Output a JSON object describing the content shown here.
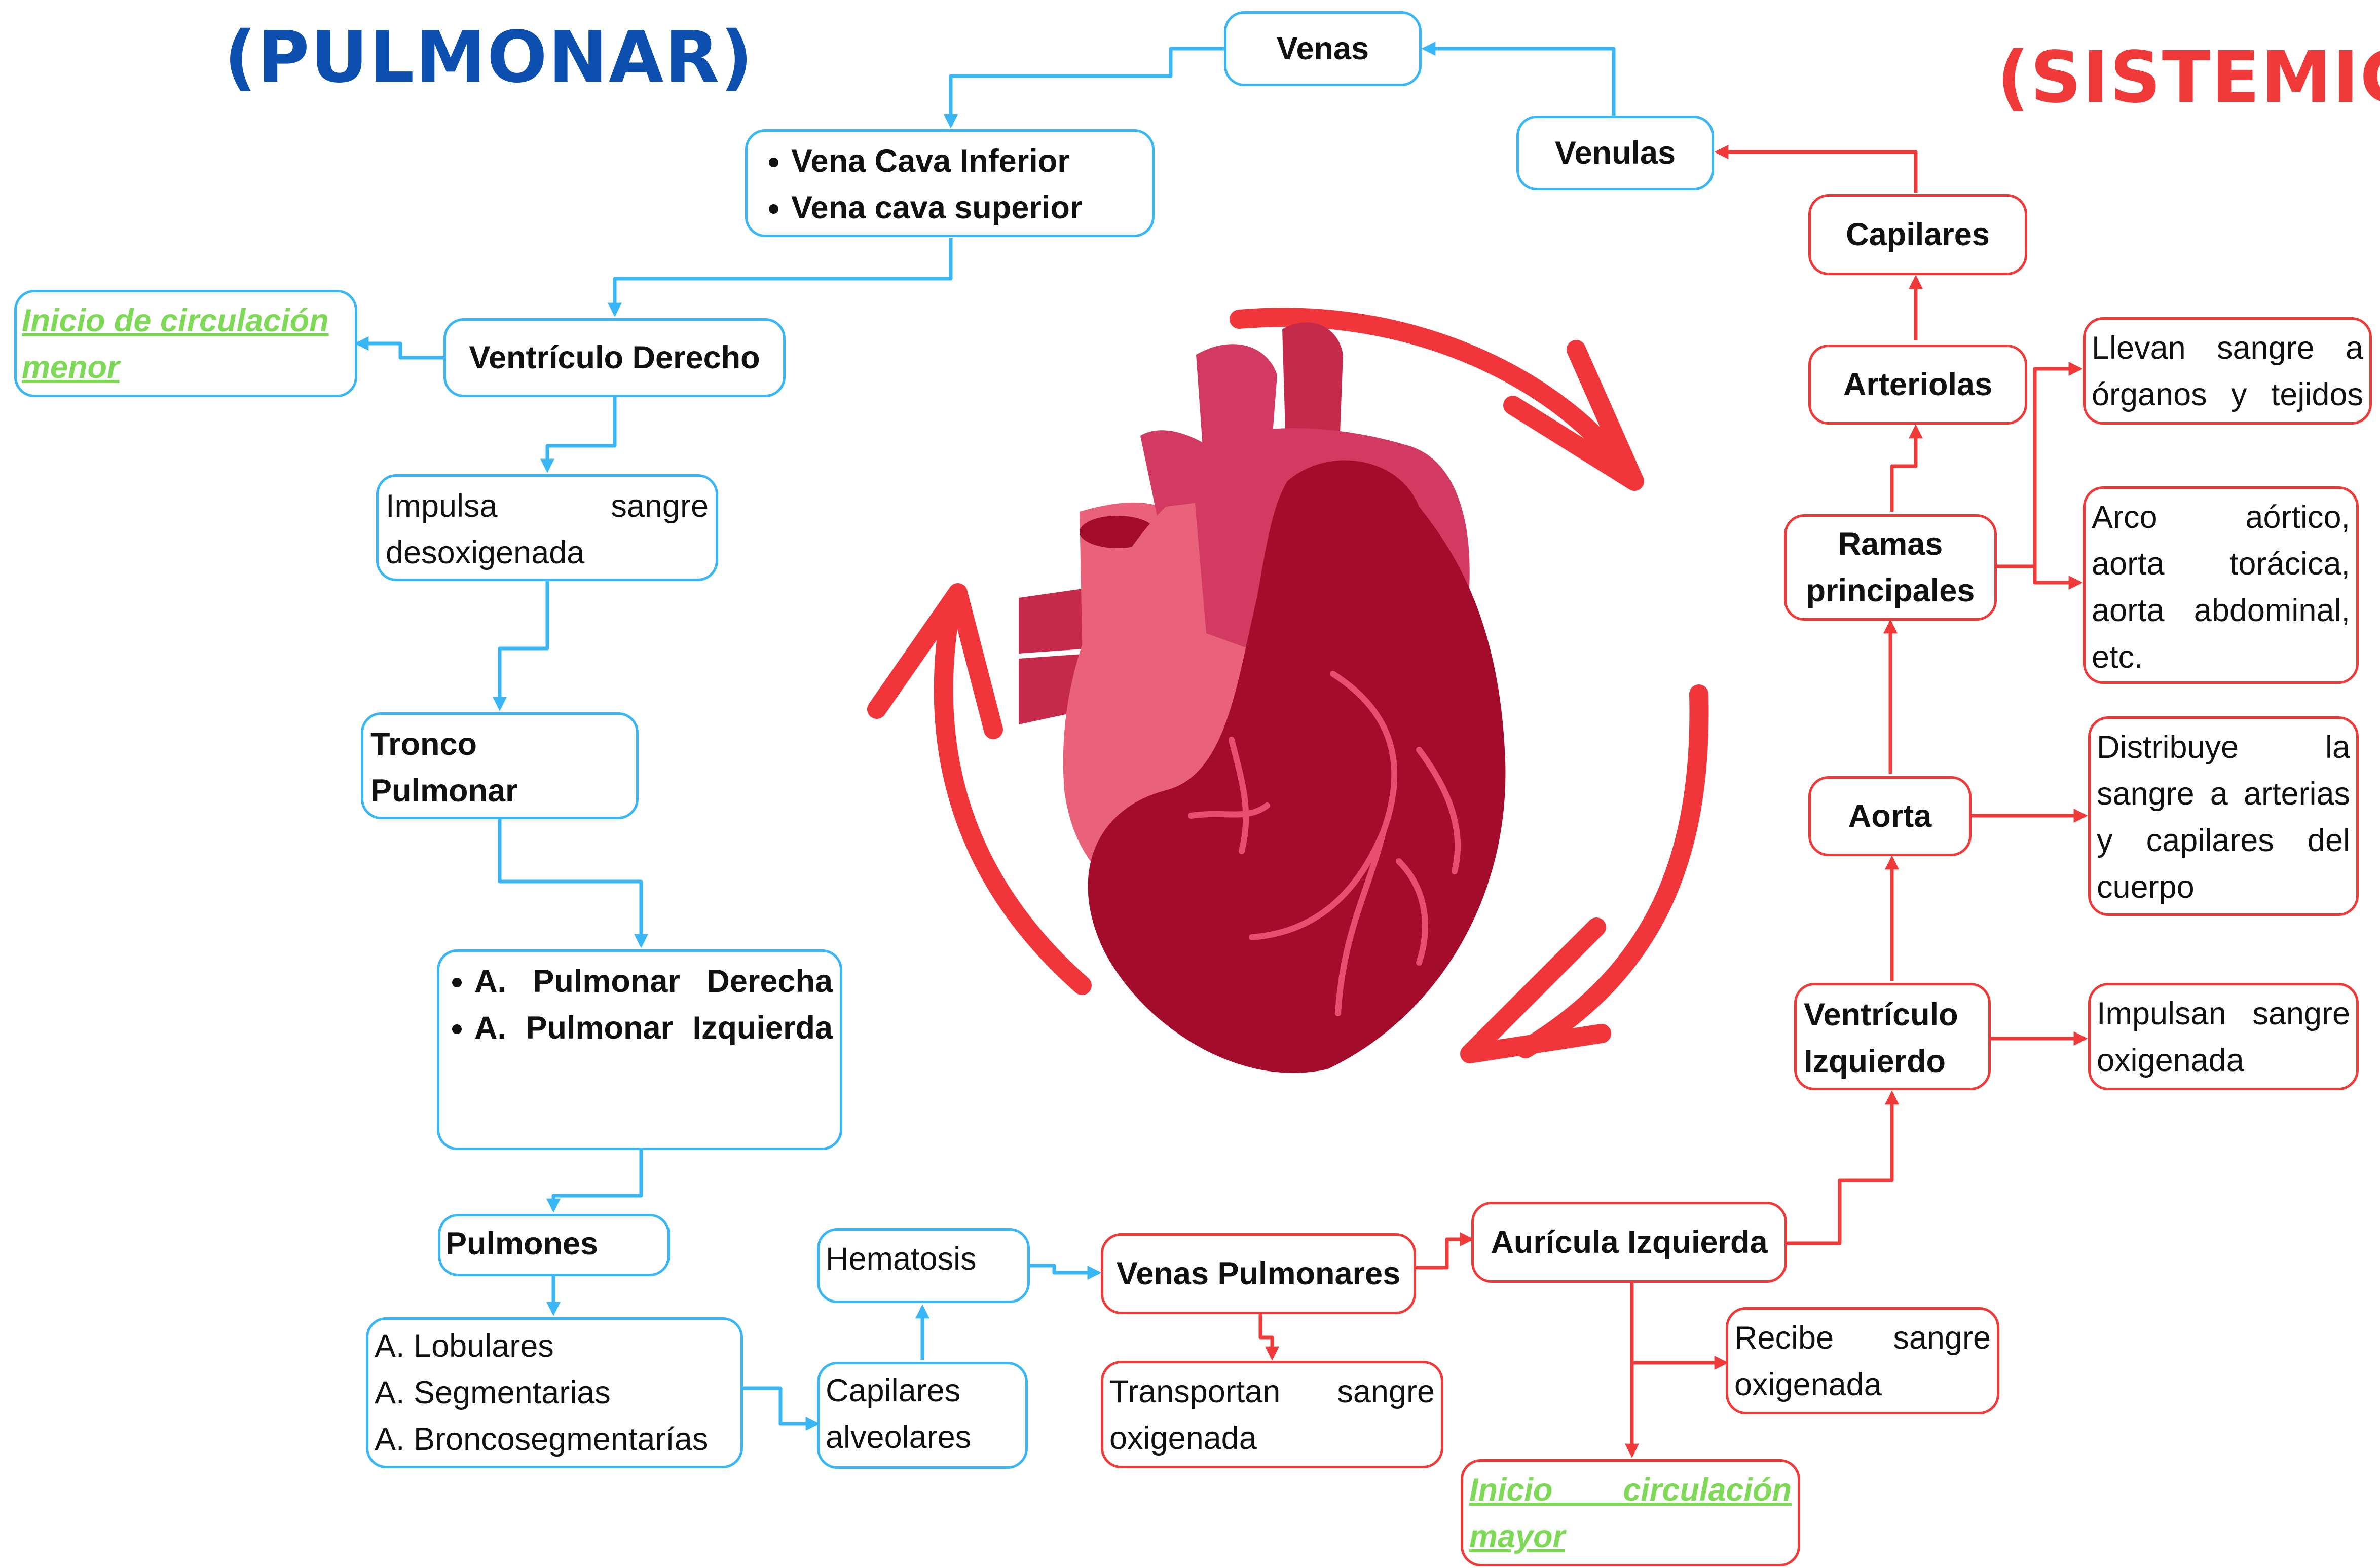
{
  "titles": {
    "pulmonar": "(PULMONAR)",
    "sistemica": "(SISTEMICA)"
  },
  "colors": {
    "pulmonary_line": "#38b6f5",
    "systemic_line": "#f03a3a",
    "link_green": "#7ed957",
    "title_blue": "#0d4fae",
    "title_red": "#f03a3a",
    "heart_dark": "#a30c2b",
    "heart_mid": "#d23a62",
    "heart_light": "#ea6279"
  },
  "pulmonary": {
    "venas": "Venas",
    "vena_cava": [
      "Vena Cava Inferior",
      "Vena cava superior"
    ],
    "ventriculo_derecho": "Ventrículo Derecho",
    "inicio_menor": "Inicio de circulación menor ",
    "impulsa": "Impulsa sangre desoxigenada",
    "tronco": "Tronco Pulmonar",
    "arterias": [
      "A. Pulmonar Derecha",
      "A. Pulmonar Izquierda"
    ],
    "pulmones": "Pulmones",
    "ramas": [
      "A. Lobulares",
      "A. Segmentarias",
      "A. Broncosegmentarías"
    ],
    "capilares_alveolares": "Capilares alveolares",
    "hematosis": "Hematosis"
  },
  "systemic": {
    "venulas": "Venulas",
    "capilares": "Capilares",
    "arteriolas": "Arteriolas",
    "llevan": "Llevan sangre a órganos y tejidos",
    "ramas_principales": "Ramas principales",
    "arco": "Arco aórtico, aorta torácica, aorta abdominal, etc.",
    "aorta": "Aorta",
    "distribuye": "Distribuye la sangre a arterias y capilares del cuerpo",
    "ventriculo_izquierdo": "Ventrículo Izquierdo",
    "impulsan": "Impulsan sangre oxigenada",
    "auricula_izquierda": "Aurícula Izquierda",
    "recibe": "Recibe sangre oxigenada",
    "inicio_mayor": "Inicio circulación mayor ",
    "venas_pulmonares": "Venas Pulmonares",
    "transportan": "Transportan sangre oxigenada"
  },
  "heart_illustration": {
    "icon": "heart-icon",
    "cycle_arrows": "cycle-arrows-icon"
  }
}
